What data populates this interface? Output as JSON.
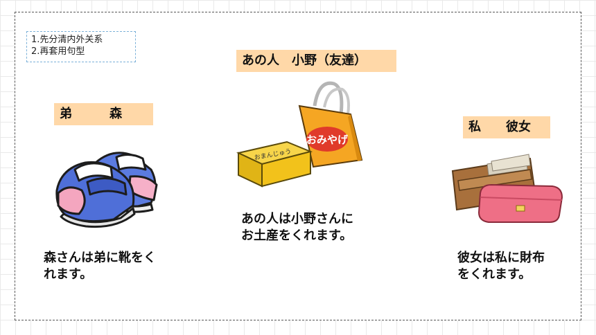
{
  "note": {
    "line1": "1.先分清内外关系",
    "line2": "2.再套用句型"
  },
  "left": {
    "label": "弟　　　森",
    "sentence_line1": "森さんは弟に靴をく",
    "sentence_line2": "れます。"
  },
  "middle": {
    "label": "あの人　小野（友達）",
    "sentence_line1": "あの人は小野さんに",
    "sentence_line2": "お土産をくれます。",
    "bag_text": "おみやげ",
    "box_text": "おまんじゅう"
  },
  "right": {
    "label": "私　　彼女",
    "sentence_line1": "彼女は私に財布",
    "sentence_line2": "をくれます。"
  },
  "colors": {
    "label_bg": "#ffd8a8",
    "shoe_blue": "#4f6fd8",
    "shoe_pink": "#f4a6bf",
    "bag_orange": "#f5a623",
    "box_yellow": "#f2c21b",
    "wallet_brown": "#a8703c",
    "wallet_pink": "#ee6f86"
  }
}
